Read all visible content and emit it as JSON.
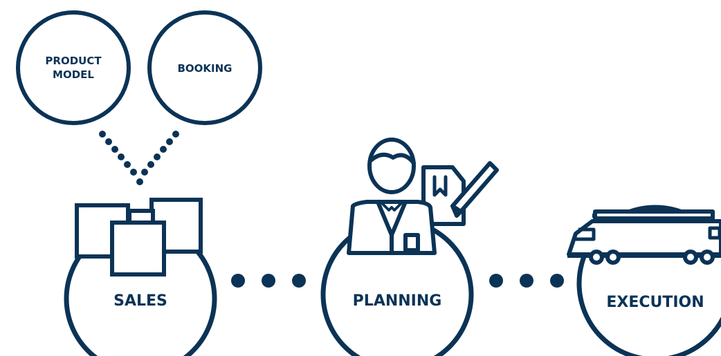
{
  "colors": {
    "primary": "#0b3356",
    "background": "#ffffff"
  },
  "inputs": [
    {
      "line1": "PRODUCT",
      "line2": "MODEL"
    },
    {
      "line1": "BOOKING",
      "line2": ""
    }
  ],
  "stages": {
    "sales": {
      "label": "SALES",
      "icon": "documents-icon"
    },
    "planning": {
      "label": "PLANNING",
      "icon": "planner-person-icon"
    },
    "execution": {
      "label": "EXECUTION",
      "icon": "train-icon"
    }
  }
}
